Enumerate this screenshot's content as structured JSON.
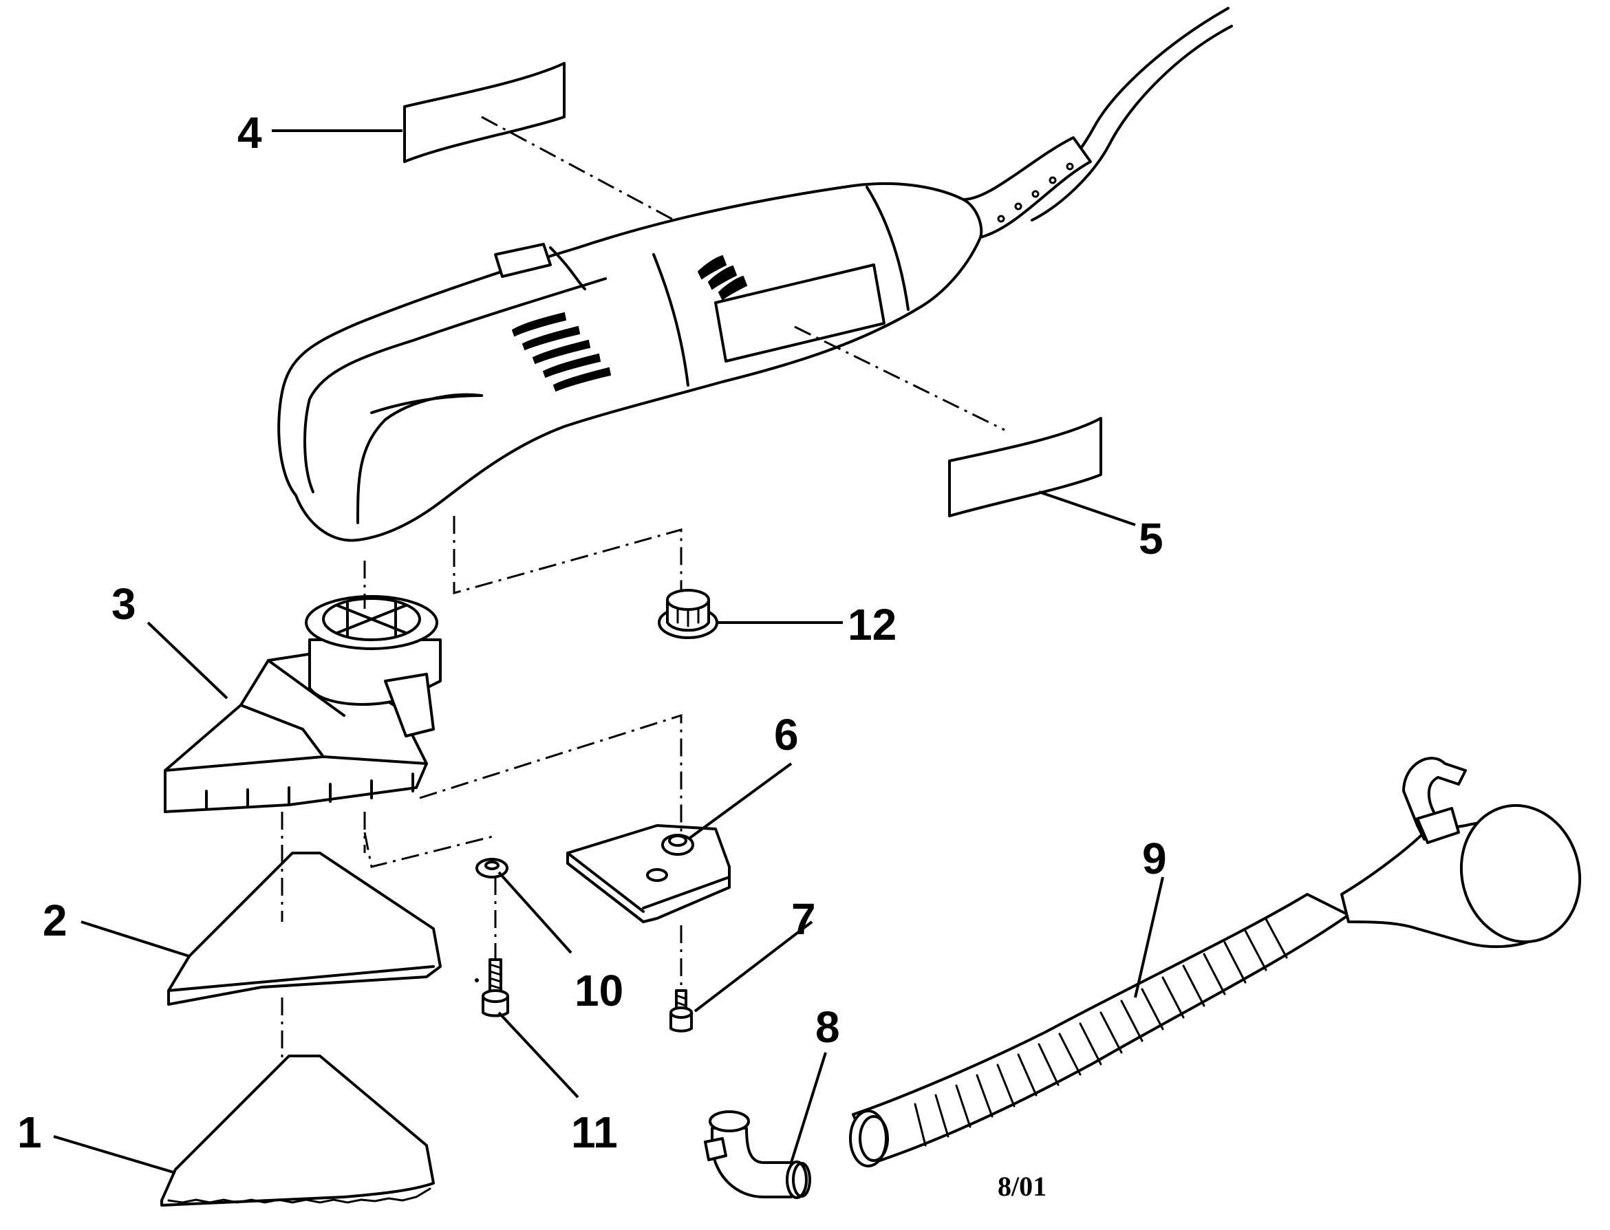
{
  "callouts": [
    {
      "id": "1",
      "label": "1",
      "part": "triangular-sanding-sheet"
    },
    {
      "id": "2",
      "label": "2",
      "part": "backing-pad"
    },
    {
      "id": "3",
      "label": "3",
      "part": "sanding-pad-assembly"
    },
    {
      "id": "4",
      "label": "4",
      "part": "label-top"
    },
    {
      "id": "5",
      "label": "5",
      "part": "label-side"
    },
    {
      "id": "6",
      "label": "6",
      "part": "scraper-blade"
    },
    {
      "id": "7",
      "label": "7",
      "part": "blade-screw"
    },
    {
      "id": "8",
      "label": "8",
      "part": "dust-port-elbow"
    },
    {
      "id": "9",
      "label": "9",
      "part": "vacuum-hose"
    },
    {
      "id": "10",
      "label": "10",
      "part": "washer"
    },
    {
      "id": "11",
      "label": "11",
      "part": "pad-screw"
    },
    {
      "id": "12",
      "label": "12",
      "part": "clamp-nut"
    }
  ],
  "date_code": "8/01",
  "colors": {
    "ink": "#000000",
    "paper": "#ffffff"
  }
}
